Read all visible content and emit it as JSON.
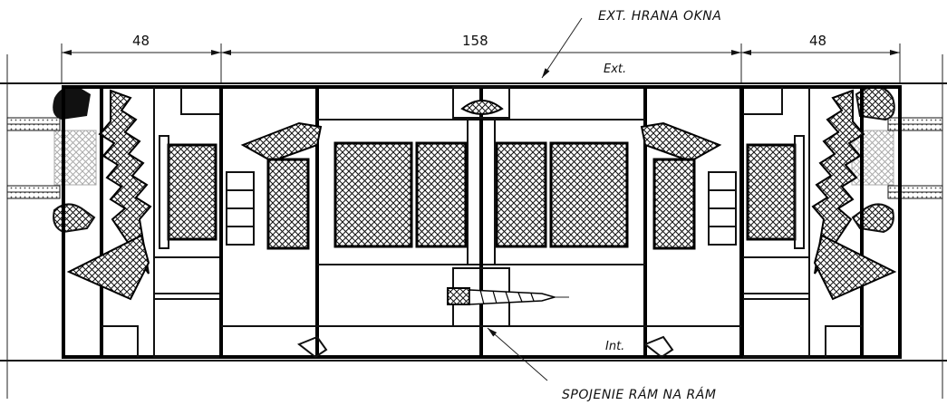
{
  "dimensions": {
    "left": "48",
    "center": "158",
    "right": "48"
  },
  "labels": {
    "ext_edge": "EXT. HRANA OKNA",
    "exterior": "Ext.",
    "interior": "Int.",
    "joint": "SPOJENIE RÁM NA RÁM"
  },
  "colors": {
    "ink": "#111111",
    "background": "#ffffff"
  }
}
